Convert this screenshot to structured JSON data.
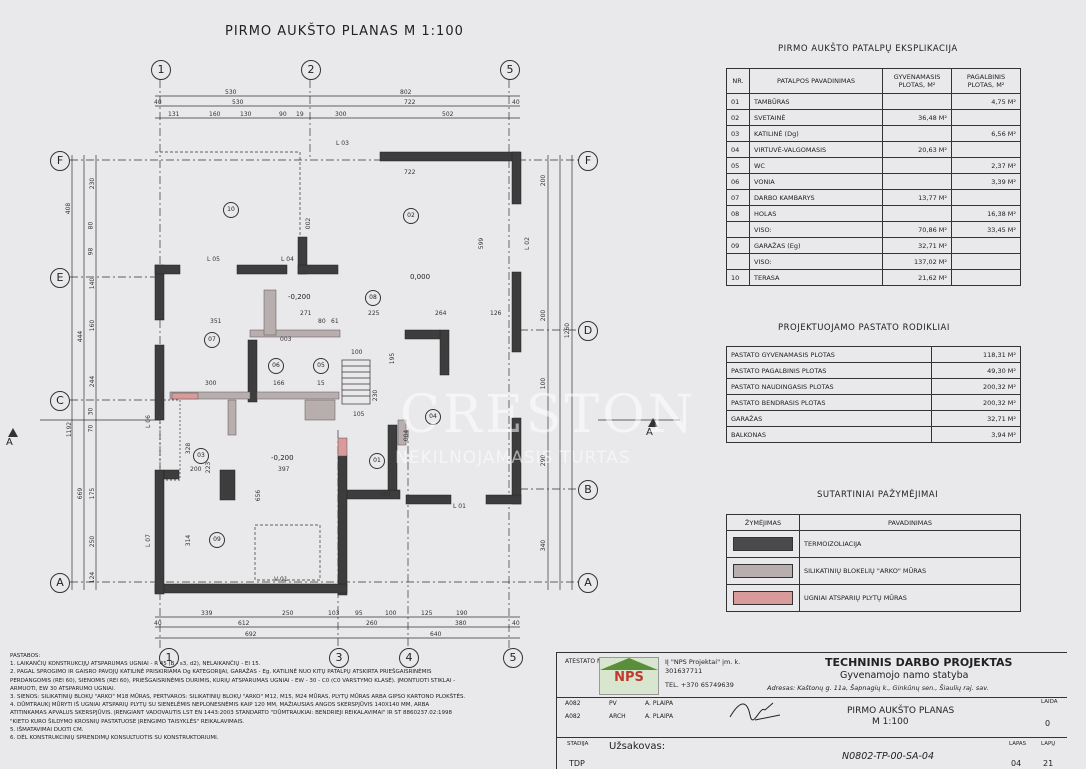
{
  "plan_title": "PIRMO AUKŠTO PLANAS M 1:100",
  "axes_top": [
    "1",
    "2",
    "5"
  ],
  "axes_bottom": [
    "1",
    "3",
    "4",
    "5"
  ],
  "axes_left": [
    "F",
    "E",
    "C",
    "A"
  ],
  "axes_right": [
    "F",
    "D",
    "B",
    "A"
  ],
  "dims_top": {
    "row1": [
      "530",
      "802"
    ],
    "row2": [
      "40",
      "530",
      "722",
      "40"
    ],
    "row3": [
      "131",
      "160",
      "130",
      "90",
      "19",
      "300",
      "502"
    ]
  },
  "dims_bottom": {
    "row1": [
      "339",
      "250",
      "103",
      "95",
      "100",
      "125",
      "190"
    ],
    "row2": [
      "40",
      "612",
      "260",
      "380",
      "40"
    ],
    "row3": [
      "692",
      "640"
    ]
  },
  "dims_left": [
    "408",
    "230",
    "80",
    "98",
    "140",
    "444",
    "160",
    "244",
    "1192",
    "30",
    "70",
    "669",
    "175",
    "250",
    "124"
  ],
  "dims_right": [
    "200",
    "1260",
    "200",
    "290",
    "340",
    "100"
  ],
  "levels": [
    "0,000",
    "-0,200",
    "-0,200"
  ],
  "line_labels": [
    "L 03",
    "L 02",
    "L 04",
    "L 05",
    "L 06",
    "L 07",
    "L 01",
    "V 01",
    "001",
    "002",
    "003",
    "004"
  ],
  "rooms": [
    "10",
    "02",
    "08",
    "07",
    "06",
    "05",
    "03",
    "09",
    "01",
    "04"
  ],
  "inner_dims": [
    "351",
    "271",
    "80",
    "61",
    "225",
    "264",
    "126",
    "300",
    "166",
    "15",
    "105",
    "230",
    "195",
    "200",
    "397",
    "328",
    "223",
    "656",
    "314",
    "100",
    "722",
    "599"
  ],
  "room_schedule": {
    "title": "PIRMO AUKŠTO PATALPŲ EKSPLIKACIJA",
    "headers": [
      "NR.",
      "PATALPOS PAVADINIMAS",
      "GYVENAMASIS PLOTAS, M²",
      "PAGALBINIS PLOTAS, M²"
    ],
    "rows": [
      [
        "01",
        "TAMBŪRAS",
        "",
        "4,75 M²"
      ],
      [
        "02",
        "SVETAINĖ",
        "36,48 M²",
        ""
      ],
      [
        "03",
        "KATILINĖ (Dg)",
        "",
        "6,56 M²"
      ],
      [
        "04",
        "VIRTUVĖ-VALGOMASIS",
        "20,63 M²",
        ""
      ],
      [
        "05",
        "WC",
        "",
        "2,37 M²"
      ],
      [
        "06",
        "VONIA",
        "",
        "3,39 M²"
      ],
      [
        "07",
        "DARBO KAMBARYS",
        "13,77 M²",
        ""
      ],
      [
        "08",
        "HOLAS",
        "",
        "16,38 M²"
      ],
      [
        "",
        "VISO:",
        "70,86 M²",
        "33,45 M²"
      ],
      [
        "09",
        "GARAŽAS (Eg)",
        "32,71 M²",
        ""
      ],
      [
        "",
        "VISO:",
        "137,02 M²",
        ""
      ],
      [
        "10",
        "TERASA",
        "21,62 M²",
        ""
      ]
    ]
  },
  "indicators": {
    "title": "PROJEKTUOJAMO PASTATO RODIKLIAI",
    "rows": [
      [
        "PASTATO GYVENAMASIS PLOTAS",
        "118,31 M²"
      ],
      [
        "PASTATO PAGALBINIS PLOTAS",
        "49,30 M²"
      ],
      [
        "PASTATO NAUDINGASIS PLOTAS",
        "200,32 M²"
      ],
      [
        "PASTATO BENDRASIS PLOTAS",
        "200,32 M²"
      ],
      [
        "GARAŽAS",
        "32,71 M²"
      ],
      [
        "BALKONAS",
        "3,94 M²"
      ]
    ]
  },
  "legend": {
    "title": "SUTARTINIAI PAŽYMĖJIMAI",
    "headers": [
      "ŽYMĖJIMAS",
      "PAVADINIMAS"
    ],
    "rows": [
      {
        "name": "TERMOIZOLIACIJA",
        "color": "#4a4a4a"
      },
      {
        "name": "SILIKATINIŲ BLOKELIŲ \"ARKO\" MŪRAS",
        "color": "#b9aeae"
      },
      {
        "name": "UGNIAI ATSPARIŲ PLYTŲ MŪRAS",
        "color": "#d99a9a"
      }
    ]
  },
  "watermark": {
    "line1": "CRESTON",
    "line2": "NEKILNOJAMASIS TURTAS"
  },
  "section_marker": "A",
  "notes": [
    "PASTABOS:",
    "1. LAIKANČIŲ KONSTRUKCIJŲ ATSPARUMAS UGNIAI - R 45 (B - s3, d2), NELAIKANČIŲ - EI 15.",
    "2. PAGAL SPROGIMO IR GAISRO PAVOJŲ KATILINĖ PRISKIRIAMA Dg KATEGORIJAI, GARAŽAS - Eg. KATILINĖ NUO KITŲ PATALPŲ ATSKIRTA PRIEŠGAISRINĖMIS",
    "PERDANGOMIS (REI 60), SIENOMIS (REI 60), PRIEŠGAISRINĖMIS DURIMIS, KURIŲ ATSPARUMAS UGNIAI - EW - 30 - C0 (C0 VARSTYMO KLASĖ). ĮMONTUOTI STIKLAI -",
    "ARMUOTI, EW 30  ATSPARUMO UGNIAI.",
    "3. SIENOS: SILIKATINIŲ BLOKŲ \"ARKO\" M18 MŪRAS, PERTVAROS: SILIKATINIŲ BLOKŲ \"ARKO\" M12, M15, M24 MŪRAS, PLYTŲ MŪRAS ARBA GIPSO KARTONO PLOKŠTĖS.",
    "4. DŪMTRAUKĮ MŪRYTI IŠ UGNIAI ATSPARIŲ PLYTŲ SU SIENELĖMIS NEPLONESNĖMIS KAIP 120 MM, MAŽIAUSIAS ANGOS SKERSPJŪVIS 140X140 MM, ARBA",
    "ATITINKAMAS APVALUS SKERSPJŪVIS. ĮRENGIANT VADOVAUTIS LST EN 1443:2003 STANDARTO \"DŪMTRAUKIAI: BENDRIEJI REIKALAVIMAI\" IR ST 8860237.02:1998",
    "\"KIETO KURO ŠILDYMO KROSNIŲ PASTATUOSE ĮRENGIMO TAISYKLĖS\"  REIKALAVIMAIS.",
    "5. IŠMATAVIMAI DUOTI CM.",
    "6. DĖL KONSTRUKCINIŲ SPRENDIMŲ KONSULTUOTIS SU KONSTRUKTORIUMI."
  ],
  "title_block": {
    "atestato_nr": "ATESTATO NR.",
    "company_name": "IĮ \"NPS Projektai\" įm. k. 301637711",
    "company_tel": "TEL. +370 65749639",
    "logo_text": "NPS",
    "stage_label": "TECHNINIS DARBO PROJEKTAS",
    "object": "Gyvenamojo namo statyba",
    "address": "Adresas: Kaštonų g. 11a, Šapnagių k., Ginkūnų sen., Šiaulių raj. sav.",
    "laida_label": "LAIDA",
    "laida_value": "0",
    "people": [
      {
        "cert": "A082",
        "role": "PV",
        "name": "A. PLAIPA"
      },
      {
        "cert": "A082",
        "role": "ARCH",
        "name": "A. PLAIPA"
      }
    ],
    "drawing_title_l1": "PIRMO AUKŠTO PLANAS",
    "drawing_title_l2": "M 1:100",
    "stadija_label": "STADIJA",
    "stadija_value": "TDP",
    "client_label": "Užsakovas:",
    "drawing_no": "N0802-TP-00-SA-04",
    "lapas_label": "LAPAS",
    "lapas_value": "04",
    "lapu_label": "LAPŲ",
    "lapu_value": "21"
  }
}
